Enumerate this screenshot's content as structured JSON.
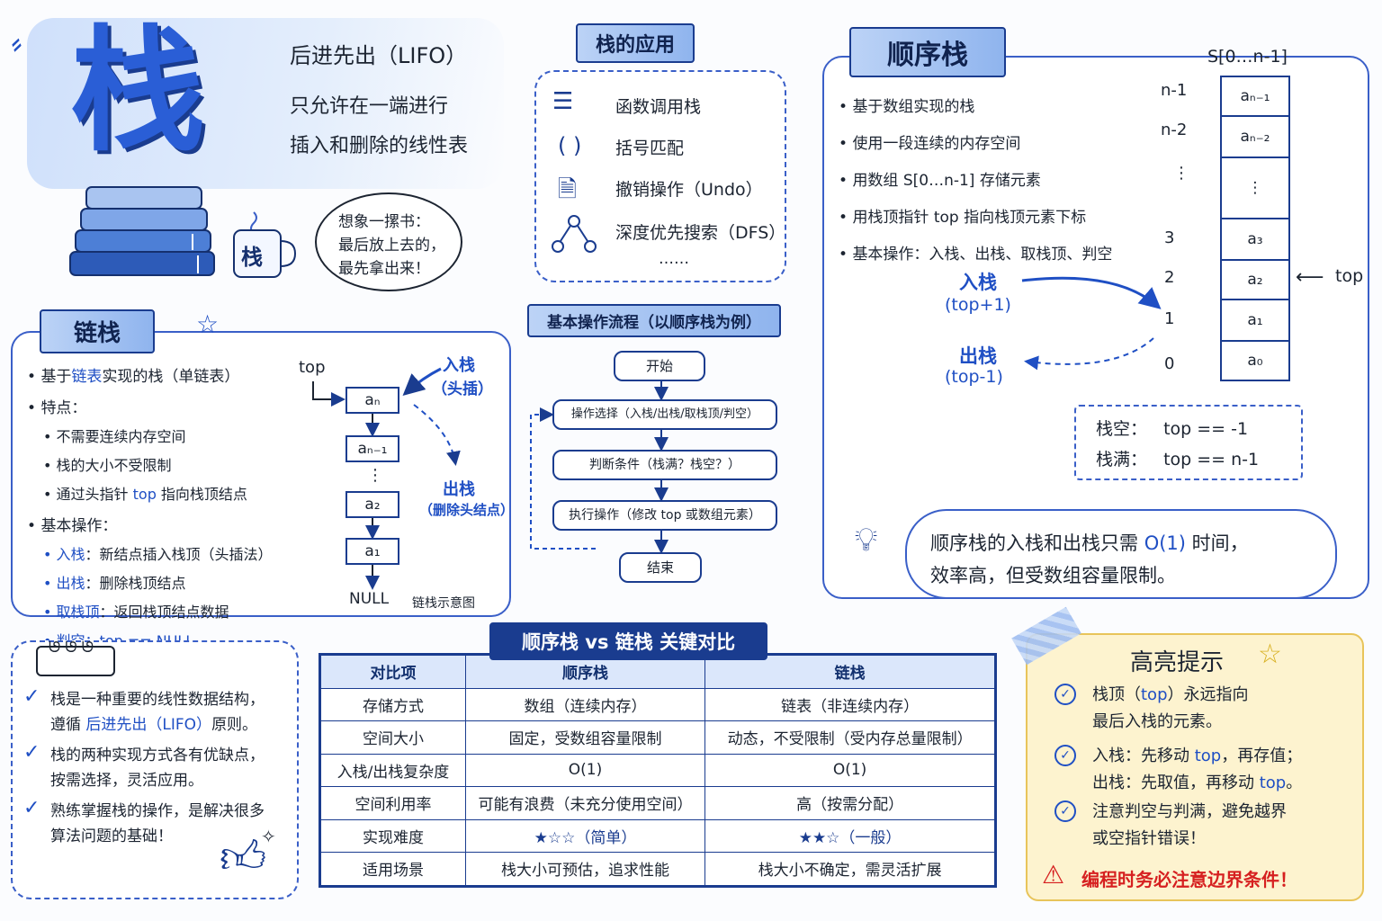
{
  "title": {
    "char": "栈",
    "lifo": "后进先出（LIFO）",
    "desc1": "只允许在一端进行",
    "desc2": "插入和删除的线性表",
    "mug": "栈",
    "bubble": [
      "想象一摞书：",
      "最后放上去的，",
      "最先拿出来！"
    ]
  },
  "apps": {
    "header": "栈的应用",
    "items": [
      "函数调用栈",
      "括号匹配",
      "撤销操作（Undo）",
      "深度优先搜索（DFS）"
    ],
    "more": "……",
    "paren_icon": "( )"
  },
  "flow": {
    "header": "基本操作流程（以顺序栈为例）",
    "steps": [
      "开始",
      "操作选择（入栈/出栈/取栈顶/判空）",
      "判断条件（栈满？栈空？）",
      "执行操作（修改 top 或数组元素）",
      "结束"
    ]
  },
  "linked": {
    "header": "链栈",
    "b1_pre": "基于",
    "b1_hl": "链表",
    "b1_post": "实现的栈（单链表）",
    "b2": "特点：",
    "f1": "不需要连续内存空间",
    "f2": "栈的大小不受限制",
    "f3_pre": "通过头指针 ",
    "f3_hl": "top",
    "f3_post": " 指向栈顶结点",
    "b3": "基本操作：",
    "ops": [
      {
        "k": "入栈",
        "v": "：新结点插入栈顶（头插法）"
      },
      {
        "k": "出栈",
        "v": "：删除栈顶结点"
      },
      {
        "k": "取栈顶",
        "v": "：返回栈顶结点数据"
      },
      {
        "k": "判空",
        "v": "：top == NULL"
      }
    ],
    "diagram": {
      "top": "top",
      "nodes": [
        "aₙ",
        "aₙ₋₁",
        "⋮",
        "a₂",
        "a₁"
      ],
      "null": "NULL",
      "push": "入栈",
      "push_sub": "（头插）",
      "pop": "出栈",
      "pop_sub": "（删除头结点）",
      "caption": "链栈示意图"
    }
  },
  "seq": {
    "header": "顺序栈",
    "bullets": [
      "基于数组实现的栈",
      "使用一段连续的内存空间",
      "用数组 S[0…n-1] 存储元素",
      "用栈顶指针 top 指向栈顶元素下标",
      "基本操作：入栈、出栈、取栈顶、判空"
    ],
    "array_label": "S[0…n-1]",
    "indices": [
      "n-1",
      "n-2",
      "⋮",
      "3",
      "2",
      "1",
      "0"
    ],
    "cells": [
      "aₙ₋₁",
      "aₙ₋₂",
      "⋮",
      "a₃",
      "a₂",
      "a₁",
      "a₀"
    ],
    "top": "top",
    "push": "入栈",
    "push_sub": "(top+1)",
    "pop": "出栈",
    "pop_sub": "(top-1)",
    "empty_k": "栈空：",
    "empty_v": "top == -1",
    "full_k": "栈满：",
    "full_v": "top == n-1",
    "tip1_pre": "顺序栈的入栈和出栈只需 ",
    "tip1_hl": "O(1)",
    "tip1_post": " 时间，",
    "tip2": "效率高，但受数组容量限制。"
  },
  "summary": [
    {
      "pre": "栈是一种重要的线性数据结构，",
      "mid_pre": "遵循 ",
      "hl": "后进先出（LIFO）",
      "post": "原则。"
    },
    {
      "line1": "栈的两种实现方式各有优缺点，",
      "line2": "按需选择，灵活应用。"
    },
    {
      "line1": "熟练掌握栈的操作，是解决很多",
      "line2": "算法问题的基础！"
    }
  ],
  "compare": {
    "header": "顺序栈 vs 链栈 关键对比",
    "columns": [
      "对比项",
      "顺序栈",
      "链栈"
    ],
    "rows": [
      [
        "存储方式",
        "数组（连续内存）",
        "链表（非连续内存）"
      ],
      [
        "空间大小",
        "固定，受数组容量限制",
        "动态，不受限制（受内存总量限制）"
      ],
      [
        "入栈/出栈复杂度",
        "O(1)",
        "O(1)"
      ],
      [
        "空间利用率",
        "可能有浪费（未充分使用空间）",
        "高（按需分配）"
      ],
      [
        "实现难度",
        "★☆☆（简单）",
        "★★☆（一般）"
      ],
      [
        "适用场景",
        "栈大小可预估，追求性能",
        "栈大小不确定，需灵活扩展"
      ]
    ]
  },
  "highlight": {
    "header": "高亮提示",
    "t1a_pre": "栈顶（",
    "t1a_hl": "top",
    "t1a_post": "）永远指向",
    "t1b": "最后入栈的元素。",
    "t2a_pre": "入栈：先移动 ",
    "t2a_hl": "top",
    "t2a_post": "，再存值；",
    "t2b_pre": "出栈：先取值，再移动 ",
    "t2b_hl": "top",
    "t2b_post": "。",
    "t3a": "注意判空与判满，避免越界",
    "t3b": "或空指针错误！",
    "warn": "编程时务必注意边界条件！"
  },
  "colors": {
    "accent": "#1f4fc4",
    "ink": "#1c2431",
    "warn": "#d62020",
    "note_bg": "#fdf3cf"
  }
}
